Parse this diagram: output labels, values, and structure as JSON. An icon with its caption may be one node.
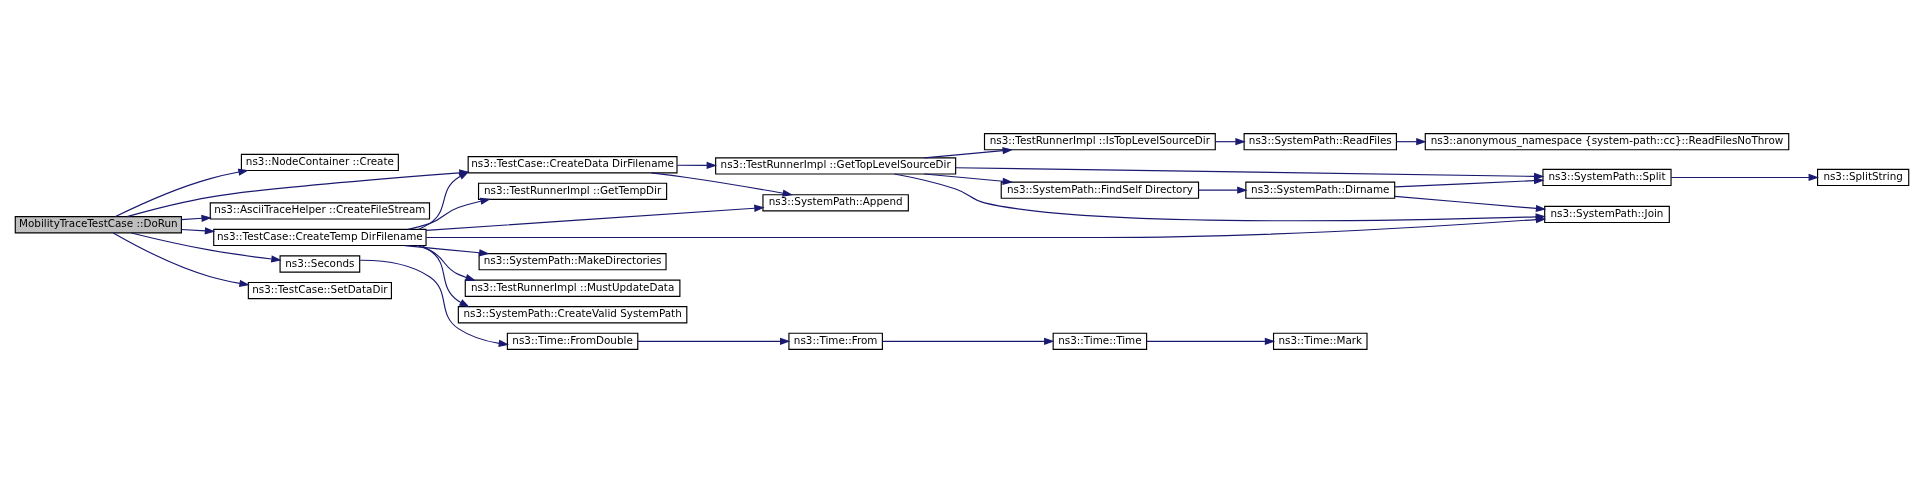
{
  "diagram": {
    "nodes": [
      {
        "text": [
          "MobilityTraceTestCase ::DoRun"
        ]
      },
      {
        "text": [
          "ns3::NodeContainer ::Create"
        ]
      },
      {
        "text": [
          "ns3::TestCase::CreateData DirFilename"
        ]
      },
      {
        "text": [
          "ns3::AsciiTraceHelper ::CreateFileStream"
        ]
      },
      {
        "text": [
          "ns3::TestCase::CreateTemp DirFilename"
        ]
      },
      {
        "text": [
          "ns3::Seconds"
        ]
      },
      {
        "text": [
          "ns3::TestCase::SetDataDir"
        ]
      },
      {
        "text": [
          "ns3::TestRunnerImpl ::GetTopLevelSourceDir"
        ]
      },
      {
        "text": [
          "ns3::SystemPath::Append"
        ]
      },
      {
        "text": [
          "ns3::SystemPath::MakeDirectories"
        ]
      },
      {
        "text": [
          "ns3::TestRunnerImpl ::MustUpdateData"
        ]
      },
      {
        "text": [
          "ns3::SystemPath::CreateValid SystemPath"
        ]
      },
      {
        "text": [
          "ns3::TestRunnerImpl ::GetTempDir"
        ]
      },
      {
        "text": [
          "ns3::Time::FromDouble"
        ]
      },
      {
        "text": [
          "ns3::TestRunnerImpl ::IsTopLevelSourceDir"
        ]
      },
      {
        "text": [
          "ns3::SystemPath::FindSelf Directory"
        ]
      },
      {
        "text": [
          "ns3::SystemPath::ReadFiles"
        ]
      },
      {
        "text": [
          "ns3::SystemPath::Dirname"
        ]
      },
      {
        "text": [
          "ns3::SystemPath::Split"
        ]
      },
      {
        "text": [
          "ns3::SystemPath::Join"
        ]
      },
      {
        "text": [
          "ns3::anonymous_namespace {system-path::cc}::ReadFilesNoThrow"
        ]
      },
      {
        "text": [
          "ns3::SplitString"
        ]
      },
      {
        "text": [
          "ns3::Time::From"
        ]
      },
      {
        "text": [
          "ns3::Time::Time"
        ]
      },
      {
        "text": [
          "ns3::Time::Mark"
        ]
      }
    ],
    "edges": [
      {
        "from": 0,
        "to": 1,
        "arrow": "to"
      },
      {
        "from": 0,
        "to": 2,
        "arrow": "to"
      },
      {
        "from": 0,
        "to": 3,
        "arrow": "to"
      },
      {
        "from": 0,
        "to": 4,
        "arrow": "to"
      },
      {
        "from": 0,
        "to": 5,
        "arrow": "to"
      },
      {
        "from": 0,
        "to": 6,
        "arrow": "to"
      },
      {
        "from": 2,
        "to": 7,
        "arrow": "to"
      },
      {
        "from": 2,
        "to": 8,
        "arrow": "to"
      },
      {
        "from": 4,
        "to": 2,
        "arrow": "to"
      },
      {
        "from": 4,
        "to": 9,
        "arrow": "to"
      },
      {
        "from": 4,
        "to": 10,
        "arrow": "to"
      },
      {
        "from": 4,
        "to": 8,
        "arrow": "to"
      },
      {
        "from": 4,
        "to": 11,
        "arrow": "to"
      },
      {
        "from": 4,
        "to": 12,
        "arrow": "to"
      },
      {
        "from": 4,
        "to": 19,
        "arrow": "to"
      },
      {
        "from": 5,
        "to": 13,
        "arrow": "to"
      },
      {
        "from": 7,
        "to": 14,
        "arrow": "to"
      },
      {
        "from": 7,
        "to": 18,
        "arrow": "to"
      },
      {
        "from": 7,
        "to": 15,
        "arrow": "to"
      },
      {
        "from": 7,
        "to": 19,
        "arrow": "to"
      },
      {
        "from": 14,
        "to": 16,
        "arrow": "to"
      },
      {
        "from": 16,
        "to": 20,
        "arrow": "to"
      },
      {
        "from": 15,
        "to": 17,
        "arrow": "to"
      },
      {
        "from": 17,
        "to": 18,
        "arrow": "to"
      },
      {
        "from": 17,
        "to": 19,
        "arrow": "to"
      },
      {
        "from": 18,
        "to": 21,
        "arrow": "to"
      },
      {
        "from": 13,
        "to": 22,
        "arrow": "to"
      },
      {
        "from": 22,
        "to": 23,
        "arrow": "to"
      },
      {
        "from": 23,
        "to": 24,
        "arrow": "to"
      }
    ]
  }
}
